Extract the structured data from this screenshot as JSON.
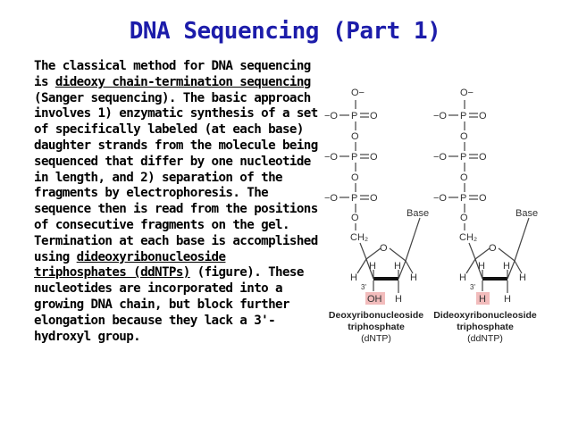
{
  "title": "DNA Sequencing (Part 1)",
  "para": {
    "p1": "The classical method for DNA sequencing is ",
    "link1": "dideoxy chain-termination sequencing",
    "p2": " (Sanger sequencing). The basic approach involves 1) enzymatic synthesis of a set of specifically labeled (at each base) daughter strands from the molecule being sequenced that differ by one nucleotide in length, and 2) separation of the fragments by electrophoresis. The sequence then is read from the positions of consecutive fragments on the gel. Termination at each base is accomplished using ",
    "link2": "dideoxyribonucleoside triphosphates (ddNTPs)",
    "p3": " (figure). These nucleotides are incorporated into a growing DNA chain, but block further elongation because they lack a 3'-hydroxyl group."
  },
  "figure": {
    "o_minus": "O−",
    "minus_o": "−O",
    "p": "P",
    "o": "O",
    "base": "Base",
    "ch2": "CH₂",
    "h": "H",
    "oh": "OH",
    "three": "3'",
    "left_caption": [
      "Deoxyribonucleoside",
      "triphosphate",
      "(dNTP)"
    ],
    "right_caption": [
      "Dideoxyribonucleoside",
      "triphosphate",
      "(ddNTP)"
    ],
    "highlight_color": "#f2bcbc"
  }
}
